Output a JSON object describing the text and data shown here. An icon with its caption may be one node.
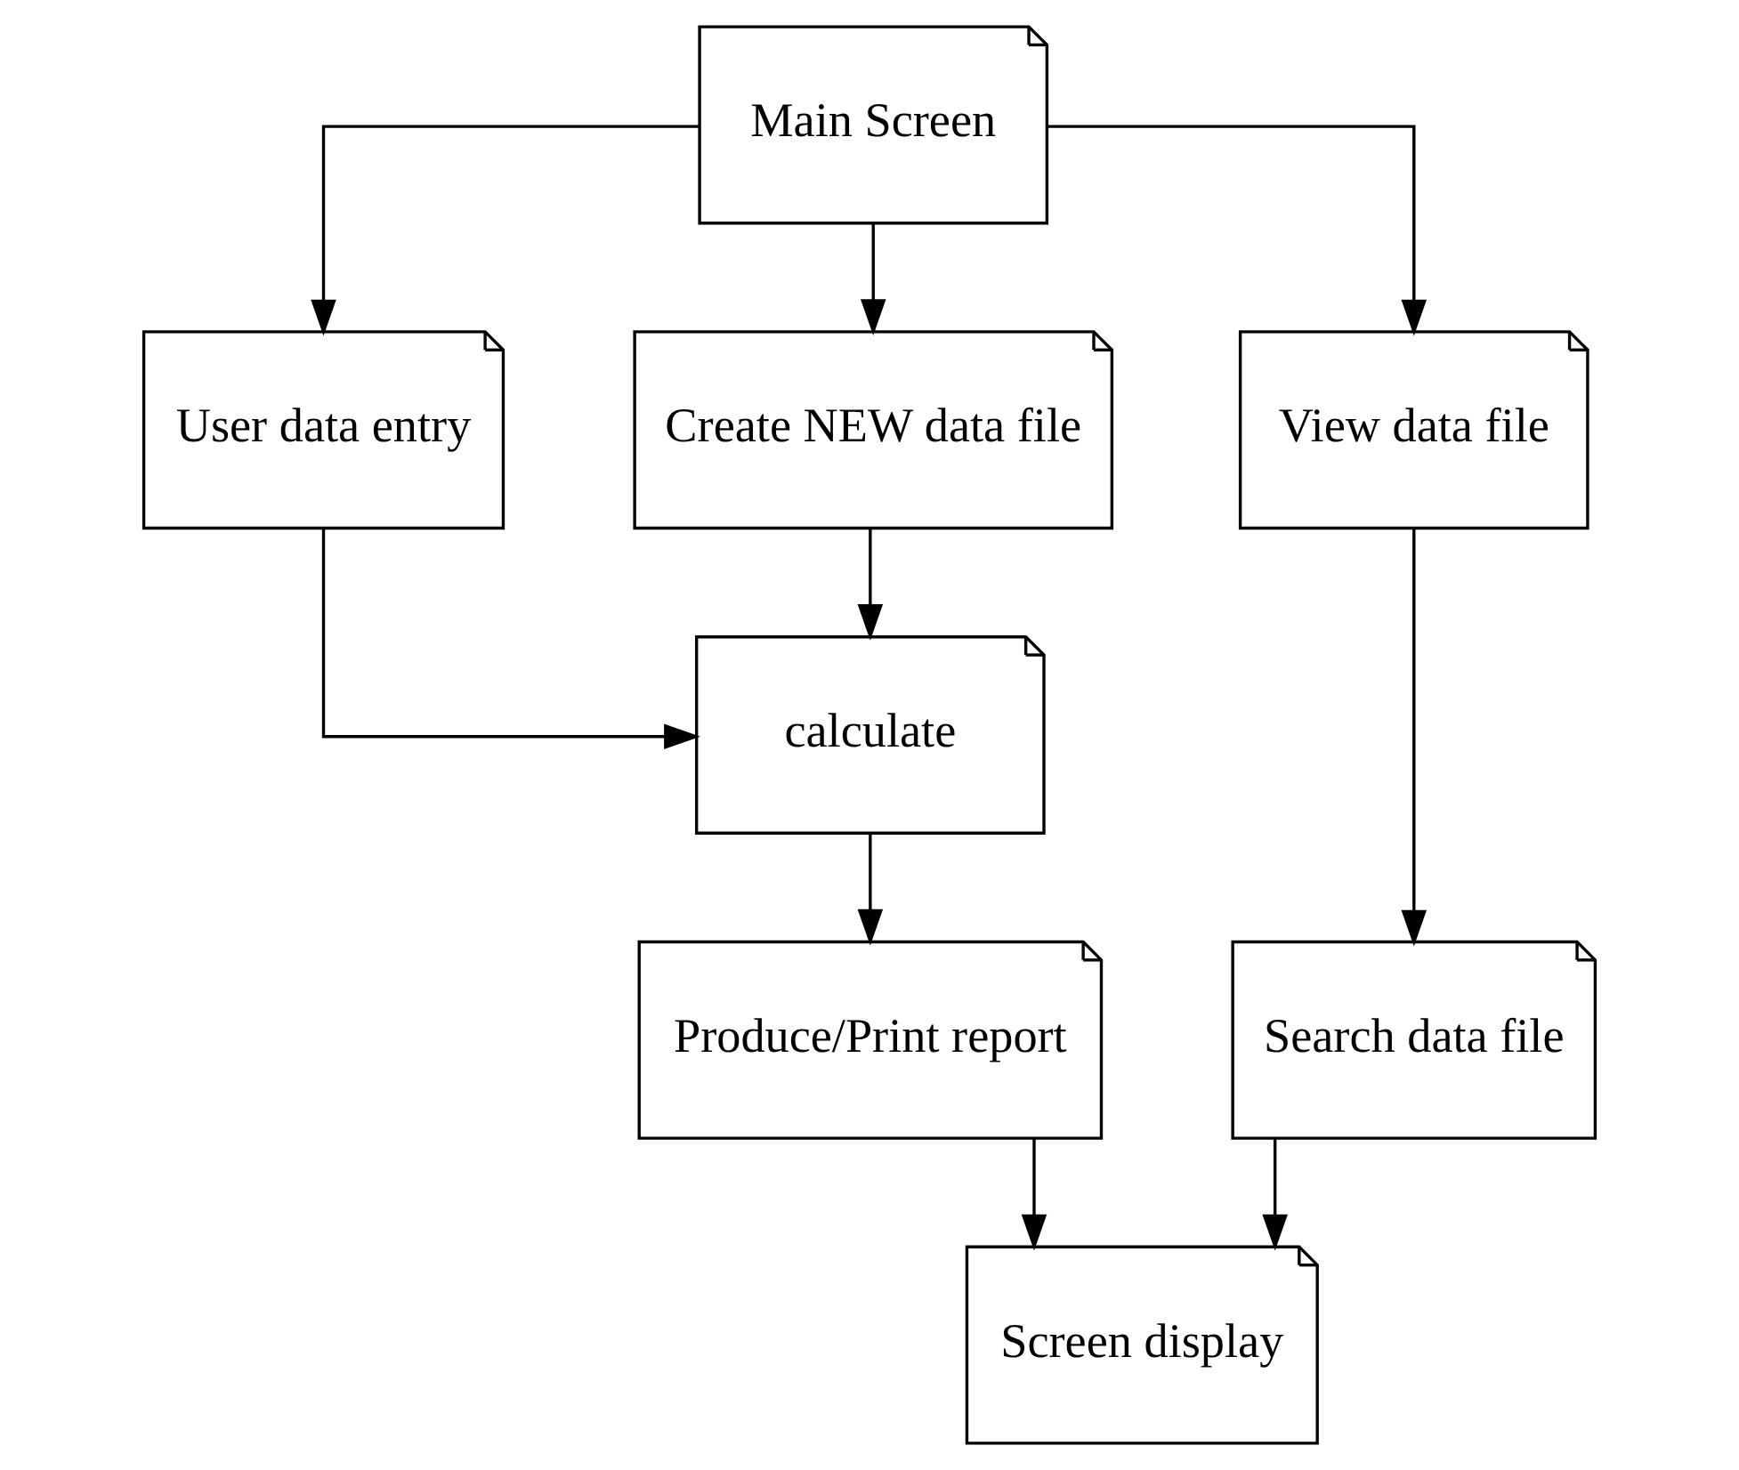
{
  "diagram": {
    "nodes": [
      {
        "text": [
          "Main Screen"
        ]
      },
      {
        "text": [
          "User data entry"
        ]
      },
      {
        "text": [
          "Create NEW data file"
        ]
      },
      {
        "text": [
          "View data file"
        ]
      },
      {
        "text": [
          "calculate"
        ]
      },
      {
        "text": [
          "Search data file"
        ]
      },
      {
        "text": [
          "Produce/Print report"
        ]
      },
      {
        "text": [
          "Screen display"
        ]
      }
    ],
    "edges": [
      {
        "from": 0,
        "to": 1,
        "arrow": "to"
      },
      {
        "from": 0,
        "to": 2,
        "arrow": "to"
      },
      {
        "from": 0,
        "to": 3,
        "arrow": "to"
      },
      {
        "from": 1,
        "to": 4,
        "arrow": "to"
      },
      {
        "from": 2,
        "to": 4,
        "arrow": "to"
      },
      {
        "from": 3,
        "to": 5,
        "arrow": "to"
      },
      {
        "from": 4,
        "to": 6,
        "arrow": "to"
      },
      {
        "from": 6,
        "to": 7,
        "arrow": "to"
      },
      {
        "from": 5,
        "to": 7,
        "arrow": "to"
      }
    ]
  }
}
